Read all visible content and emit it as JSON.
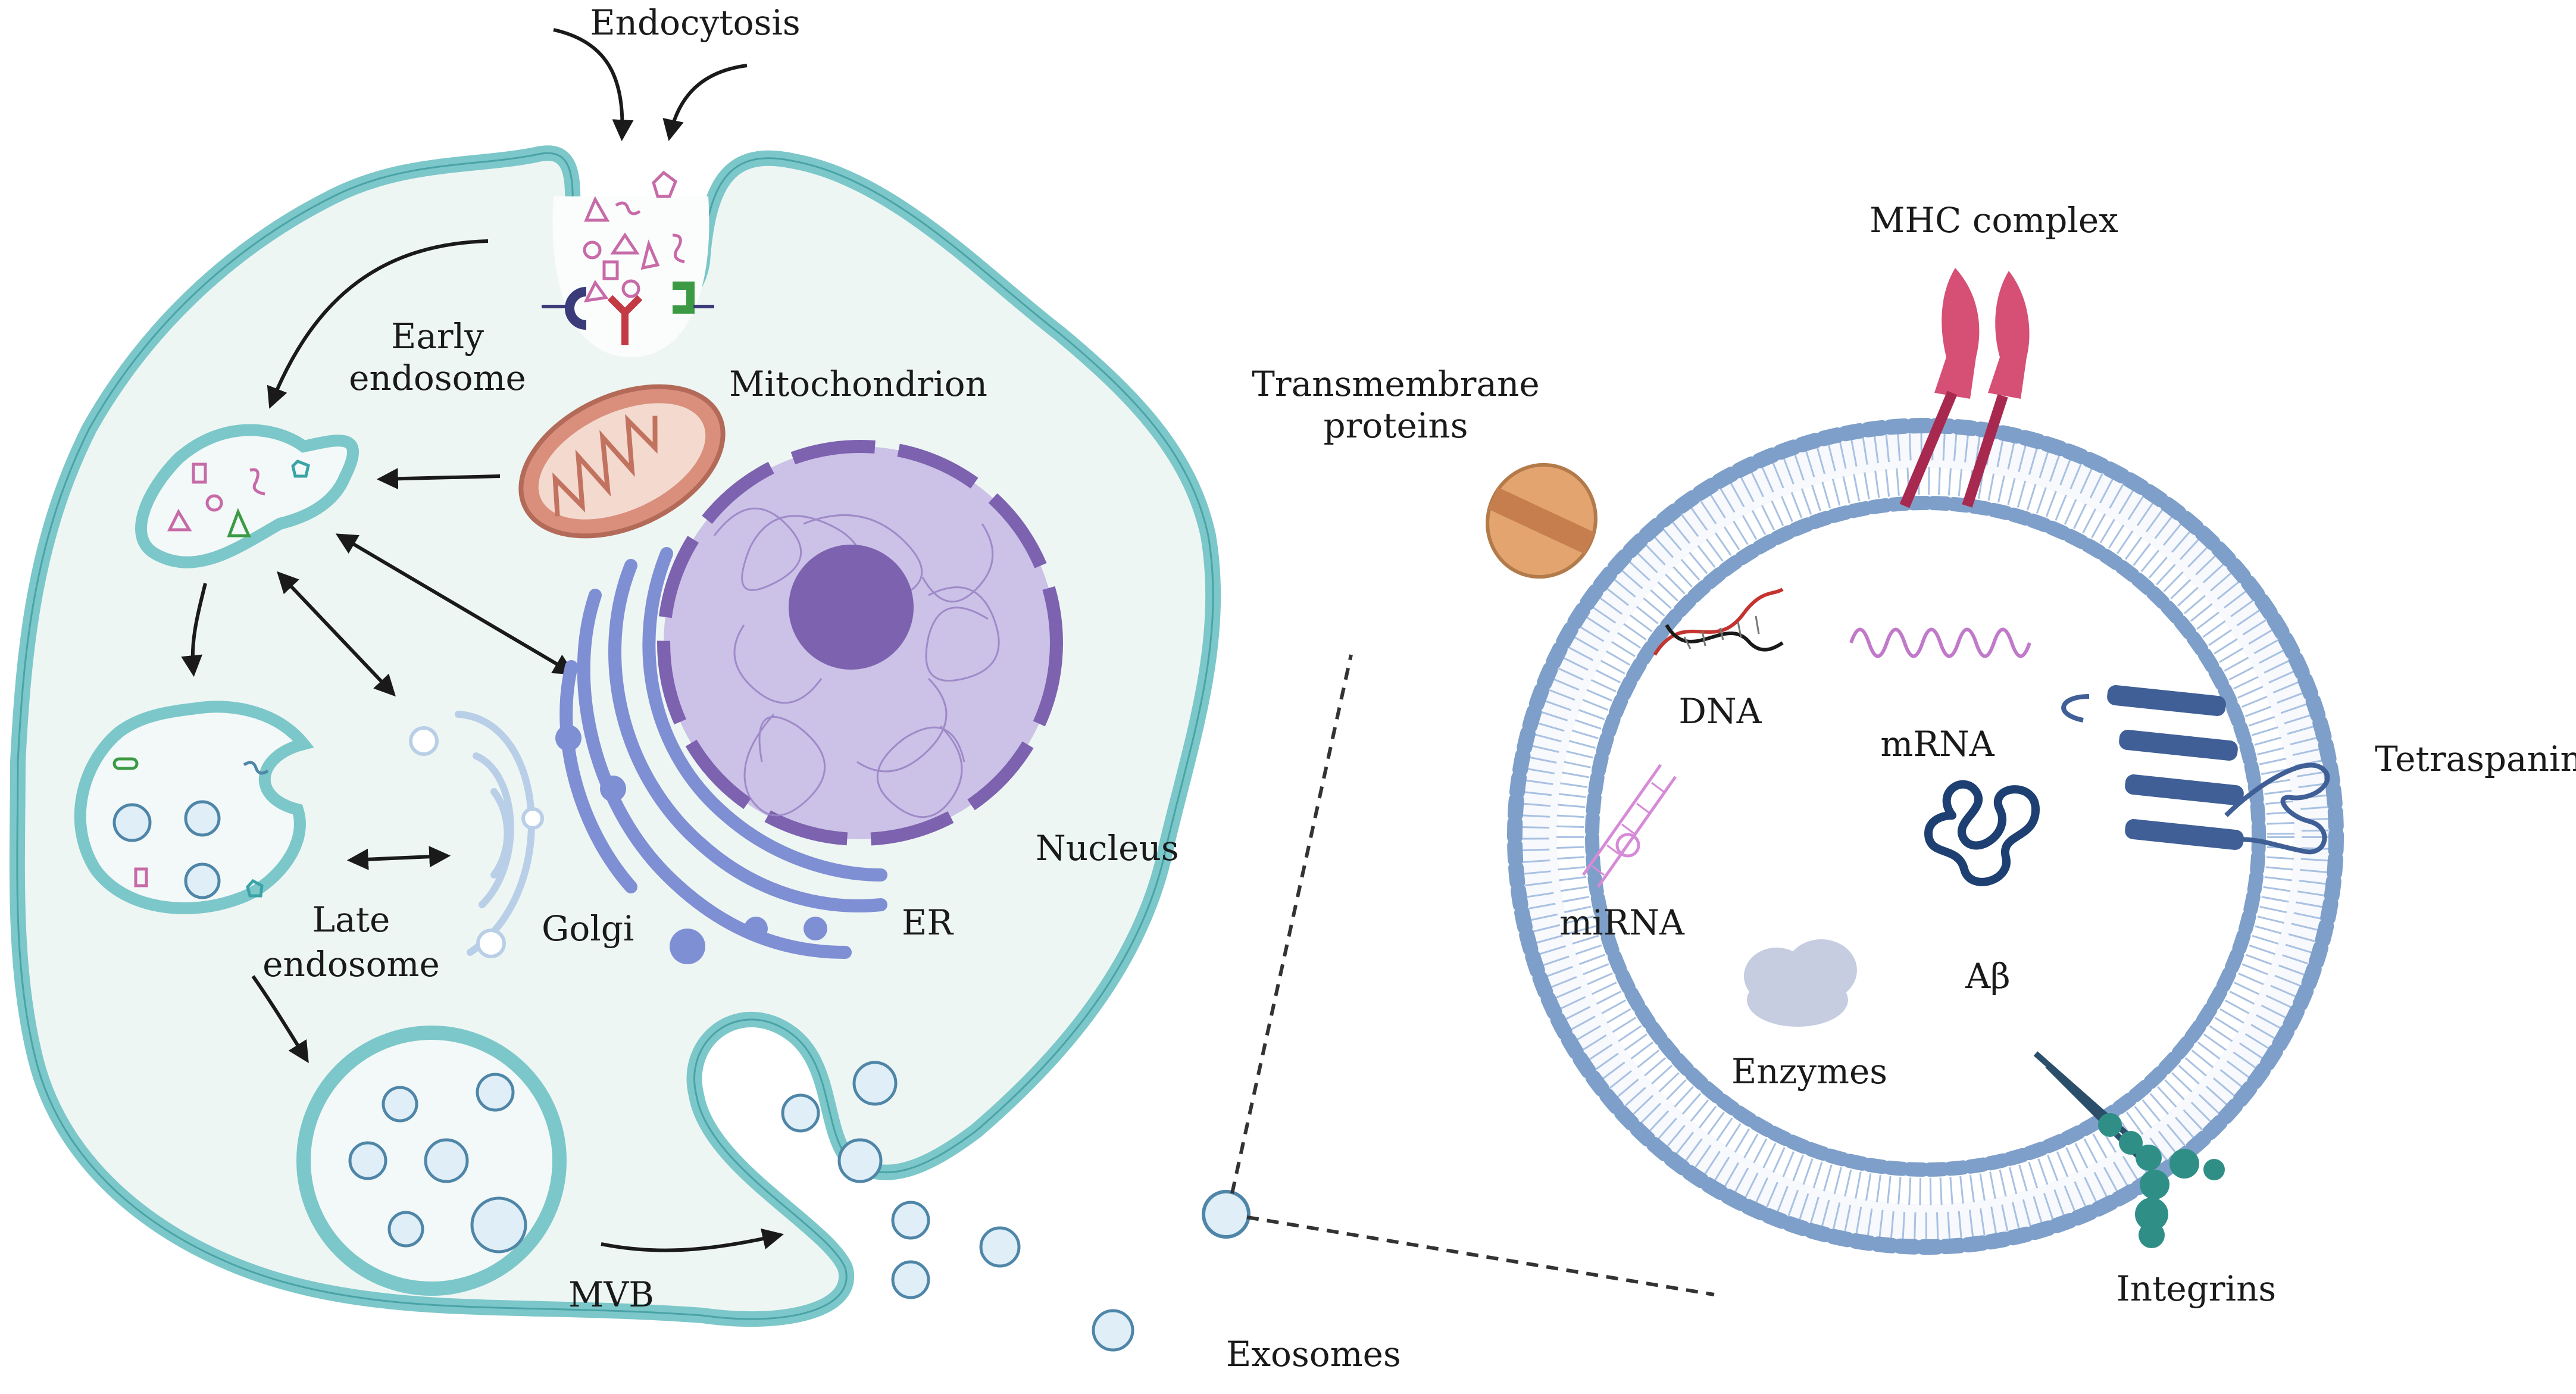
{
  "labels": {
    "endocytosis": "Endocytosis",
    "early_endosome_1": "Early",
    "early_endosome_2": "endosome",
    "mitochondrion": "Mitochondrion",
    "nucleus": "Nucleus",
    "er": "ER",
    "golgi": "Golgi",
    "late_endosome_1": "Late",
    "late_endosome_2": "endosome",
    "mvb": "MVB",
    "exosomes": "Exosomes",
    "mhc_complex": "MHC complex",
    "transmembrane_1": "Transmembrane",
    "transmembrane_2": "proteins",
    "dna": "DNA",
    "mrna": "mRNA",
    "tetraspanins": "Tetraspanins",
    "mirna": "miRNA",
    "abeta": "Aβ",
    "enzymes": "Enzymes",
    "integrins": "Integrins"
  },
  "colors": {
    "membrane": "#7cc7c9",
    "cytoplasm": "#eef6f4",
    "vesicle_fill": "#dfeef7",
    "vesicle_stroke": "#4f86a8",
    "nucleus": "#a58fd0",
    "nucleolus": "#7d62b0",
    "er": "#7f8fd4",
    "mitochondrion": "#d98f7c",
    "golgi": "#b9cfe8",
    "lipid_head": "#7e9fc9",
    "mhc": "#d64f74",
    "transmembrane": "#e3a46f",
    "tetraspanin": "#3f5f96",
    "integrin": "#2f8f86",
    "dna": "#c4332f",
    "mrna": "#c07ac9",
    "mirna": "#d68ad8",
    "abeta": "#1d3f72",
    "enzyme": "#c7cde1"
  }
}
